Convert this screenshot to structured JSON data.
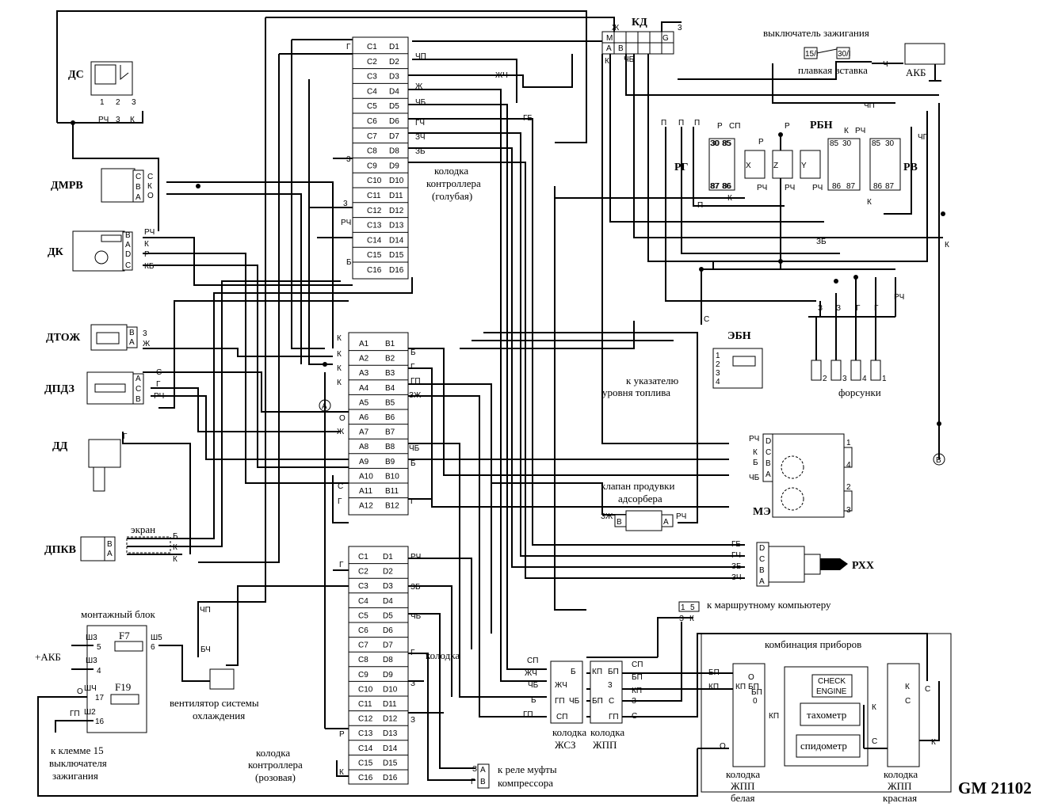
{
  "model": "GM 21102",
  "components": {
    "ds": "ДС",
    "dmrv": "ДМРВ",
    "dk": "ДК",
    "dtozh": "ДТОЖ",
    "dpdz": "ДПДЗ",
    "dd": "ДД",
    "dpkv": "ДПКВ",
    "kd": "КД",
    "rg": "РГ",
    "rbn": "РБН",
    "rv": "РВ",
    "ebn": "ЭБН",
    "me": "МЭ",
    "rhh": "РХХ",
    "akb": "АКБ"
  },
  "captions": {
    "ignition_switch": "выключатель зажигания",
    "fuse_link": "плавкая вставка",
    "ctrl_blue_1": "колодка",
    "ctrl_blue_2": "контроллера",
    "ctrl_blue_3": "(голубая)",
    "ctrl_pink_1": "колодка",
    "ctrl_pink_2": "контроллера",
    "ctrl_pink_3": "(розовая)",
    "fuel_gauge_1": "к указателю",
    "fuel_gauge_2": "уровня топлива",
    "injectors": "форсунки",
    "purge_valve_1": "клапан продувки",
    "purge_valve_2": "адсорбера",
    "screen": "экран",
    "mount_block": "монтажный блок",
    "plus_akb": "+АКБ",
    "fan_1": "вентилятор системы",
    "fan_2": "охлаждения",
    "ign_term_1": "к клемме 15",
    "ign_term_2": "выключателя",
    "ign_term_3": "зажигания",
    "trip_computer": "к маршрутному компьютеру",
    "cluster": "комбинация приборов",
    "check_engine_1": "CHECK",
    "check_engine_2": "ENGINE",
    "tachometer": "тахометр",
    "speedometer": "спидометр",
    "zhsz_1": "колодка",
    "zhsz_2": "ЖСЗ",
    "zhpp_1": "колодка",
    "zhpp_2": "ЖПП",
    "zhpp_white_1": "колодка",
    "zhpp_white_2": "ЖПП",
    "zhpp_white_3": "белая",
    "zhpp_red_1": "колодка",
    "zhpp_red_2": "ЖПП",
    "zhpp_red_3": "красная",
    "compressor_1": "к реле муфты",
    "compressor_2": "компрессора",
    "fuse_f7": "F7",
    "fuse_f19": "F19"
  },
  "blue_connector": {
    "c_pins": [
      "C1",
      "C2",
      "C3",
      "C4",
      "C5",
      "C6",
      "C7",
      "C8",
      "C9",
      "C10",
      "C11",
      "C12",
      "C13",
      "C14",
      "C15",
      "C16"
    ],
    "d_pins": [
      "D1",
      "D2",
      "D3",
      "D4",
      "D5",
      "D6",
      "D7",
      "D8",
      "D9",
      "D10",
      "D11",
      "D12",
      "D13",
      "D14",
      "D15",
      "D16"
    ]
  },
  "pink_connector": {
    "c_pins": [
      "C1",
      "C2",
      "C3",
      "C4",
      "C5",
      "C6",
      "C7",
      "C8",
      "C9",
      "C10",
      "C11",
      "C12",
      "C13",
      "C14",
      "C15",
      "C16"
    ],
    "d_pins": [
      "D1",
      "D2",
      "D3",
      "D4",
      "D5",
      "D6",
      "D7",
      "D8",
      "D9",
      "D10",
      "D11",
      "D12",
      "D13",
      "D14",
      "D15",
      "D16"
    ]
  },
  "ab_connector": {
    "a_pins": [
      "A1",
      "A2",
      "A3",
      "A4",
      "A5",
      "A6",
      "A7",
      "A8",
      "A9",
      "A10",
      "A11",
      "A12"
    ],
    "b_pins": [
      "B1",
      "B2",
      "B3",
      "B4",
      "B5",
      "B6",
      "B7",
      "B8",
      "B9",
      "B10",
      "B11",
      "B12"
    ]
  },
  "wire_labels": {
    "blue_left": [
      "Г",
      "3",
      "3",
      "РЧ",
      "Б"
    ],
    "blue_right": [
      "ЧП",
      "ЖЧ",
      "Ж",
      "ЧБ",
      "ГБ",
      "ГЧ",
      "ЗЧ",
      "ЗБ"
    ],
    "ab_left": [
      "К",
      "К",
      "К",
      "К",
      "О",
      "Ж",
      "С",
      "Г"
    ],
    "ab_right": [
      "Б",
      "Г",
      "ГП",
      "ЗЖ",
      "ЧБ",
      "Б",
      "Г"
    ],
    "pink_left": [
      "Г",
      "Р",
      "К"
    ],
    "pink_right": [
      "РЧ",
      "ЗБ",
      "ЧБ",
      "Г",
      "З",
      "З"
    ],
    "ds": [
      "РЧ",
      "3",
      "К"
    ],
    "dmrv": [
      "С",
      "К",
      "О"
    ],
    "dk": [
      "РЧ",
      "К",
      "Р",
      "КБ"
    ],
    "dtozh": [
      "3",
      "Ж"
    ],
    "dpdz": [
      "С",
      "Г",
      "РЧ"
    ],
    "dd": [
      "Г"
    ],
    "dpkv": [
      "Б",
      "К",
      "К"
    ],
    "rhh": [
      "ГБ",
      "ГЧ",
      "ЗБ",
      "ЗЧ"
    ],
    "me": [
      "РЧ",
      "К",
      "Б",
      "ЧБ"
    ],
    "relays": [
      "П",
      "П",
      "П",
      "Р",
      "СП",
      "Р",
      "Р",
      "К",
      "РЧ",
      "ЧП",
      "РЧ",
      "РЧ",
      "РЧ",
      "К",
      "ЧП",
      "ЗБ",
      "К",
      "П",
      "К"
    ],
    "injectors": [
      "З",
      "З",
      "Г",
      "Г",
      "РЧ"
    ],
    "ebn": [
      "С"
    ],
    "purge": [
      "ЗЖ",
      "РЧ"
    ],
    "fan": [
      "ЧП",
      "БЧ"
    ],
    "mount": [
      "ГП",
      "О"
    ],
    "zhsz": [
      "СП",
      "ЖЧ",
      "ЧБ",
      "Б",
      "ГП"
    ],
    "zhpp": [
      "СП",
      "БП",
      "КП",
      "З",
      "С"
    ],
    "cluster": [
      "БП",
      "КП",
      "О",
      "БП",
      "КП",
      "К",
      "С",
      "С",
      "К",
      "О"
    ],
    "kd": [
      "Ж",
      "К",
      "ЧБ",
      "3"
    ],
    "ign": [
      "Ч"
    ]
  },
  "pin_codes": {
    "kd": [
      "М",
      "А",
      "В",
      "G"
    ],
    "ign_switch": [
      "15/I",
      "30/I"
    ],
    "relay_terms": [
      "30",
      "85",
      "87",
      "86"
    ],
    "relay_rbn": [
      "85",
      "30",
      "86",
      "87"
    ],
    "relay_rv": [
      "85",
      "30",
      "86",
      "87"
    ],
    "relay_rg": [
      "30",
      "85",
      "87",
      "86"
    ],
    "diode_marks": [
      "X",
      "Z",
      "Y"
    ],
    "me_pins": [
      "D",
      "C",
      "B",
      "A"
    ],
    "rhh_pins": [
      "D",
      "C",
      "B",
      "A"
    ],
    "ebn_pins": [
      "1",
      "2",
      "3",
      "4"
    ],
    "injector_nums": [
      "2",
      "3",
      "4",
      "1"
    ],
    "me_spark": [
      "1",
      "4",
      "2",
      "3"
    ],
    "mount_pins": [
      "Ш3",
      "5",
      "Ш3",
      "4",
      "ШЧ",
      "17",
      "Ш2",
      "16",
      "Ш5",
      "6"
    ],
    "zhsz_pins": [
      "Б",
      "ЖЧ",
      "ГП",
      "ЧБ",
      "СП"
    ],
    "zhpp_pins": [
      "КП",
      "БП",
      "3",
      "БП",
      "С",
      "ГП"
    ],
    "cluster_white_pins": [
      "КП",
      "БП",
      "0"
    ],
    "cluster_red_pins": [
      "К",
      "С"
    ],
    "trip_pins": [
      "1",
      "5",
      "З",
      "К"
    ],
    "compressor_pins": [
      "А",
      "В",
      "З",
      "Г"
    ],
    "ds_pins": [
      "1",
      "2",
      "3"
    ],
    "dmrv_pins": [
      "С",
      "В",
      "А"
    ],
    "dk_pins": [
      "В",
      "А",
      "D",
      "С"
    ],
    "dtozh_pins": [
      "В",
      "А"
    ],
    "dpdz_pins": [
      "А",
      "С",
      "В"
    ],
    "dpkv_pins": [
      "В",
      "А"
    ],
    "purge_pins": [
      "В",
      "А"
    ],
    "ground_marks": [
      "А",
      "В"
    ]
  }
}
